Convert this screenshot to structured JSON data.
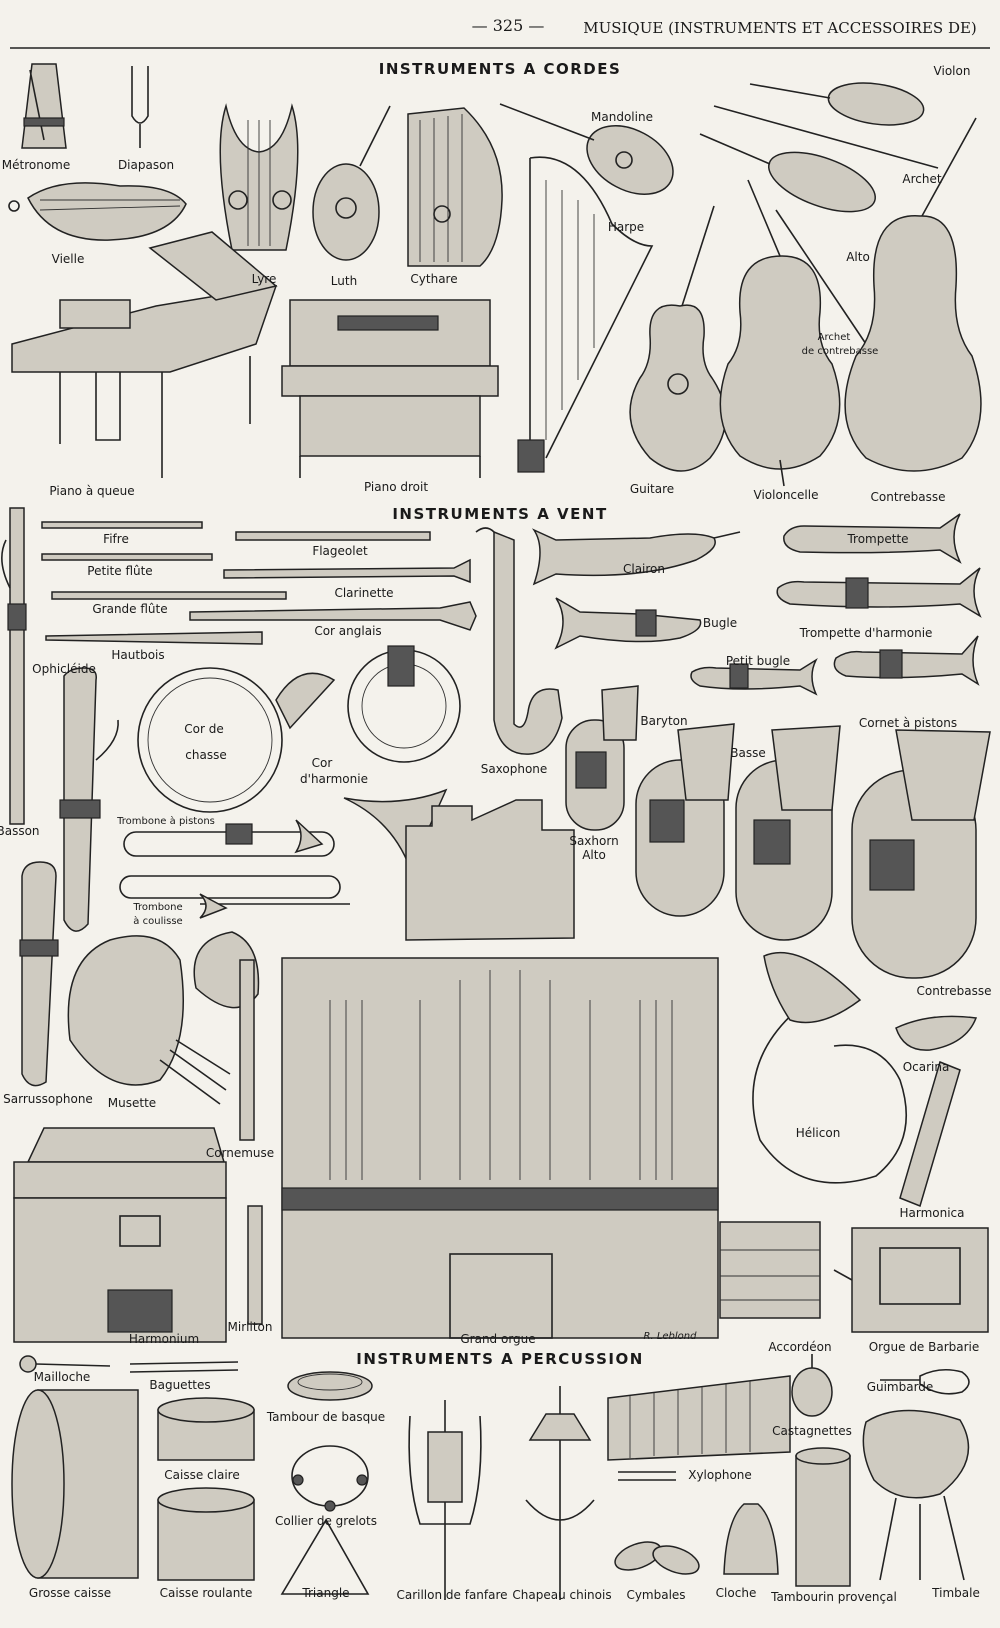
{
  "header": {
    "page_number": "— 325 —",
    "title": "MUSIQUE (INSTRUMENTS ET ACCESSOIRES DE)"
  },
  "sections": {
    "cordes": "INSTRUMENTS A CORDES",
    "vent": "INSTRUMENTS A VENT",
    "percussion": "INSTRUMENTS A PERCUSSION"
  },
  "labels": {
    "metronome": "Métronome",
    "diapason": "Diapason",
    "vielle": "Vielle",
    "lyre": "Lyre",
    "luth": "Luth",
    "cythare": "Cythare",
    "mandoline": "Mandoline",
    "harpe": "Harpe",
    "violon": "Violon",
    "archet": "Archet",
    "alto": "Alto",
    "archet_contrebasse_1": "Archet",
    "archet_contrebasse_2": "de contrebasse",
    "piano_queue": "Piano à queue",
    "piano_droit": "Piano droit",
    "guitare": "Guitare",
    "violoncelle": "Violoncelle",
    "contrebasse": "Contrebasse",
    "fifre": "Fifre",
    "petite_flute": "Petite flûte",
    "grande_flute": "Grande flûte",
    "hautbois": "Hautbois",
    "flageolet": "Flageolet",
    "clarinette": "Clarinette",
    "cor_anglais": "Cor anglais",
    "saxophone": "Saxophone",
    "clairon": "Clairon",
    "trompette": "Trompette",
    "bugle": "Bugle",
    "trompette_harmonie": "Trompette d'harmonie",
    "petit_bugle": "Petit bugle",
    "cornet_pistons": "Cornet à pistons",
    "ophicleide": "Ophicléide",
    "cor_chasse_1": "Cor de",
    "cor_chasse_2": "chasse",
    "cor_harmonie_1": "Cor",
    "cor_harmonie_2": "d'harmonie",
    "baryton": "Baryton",
    "basse": "Basse",
    "saxhorn_1": "Saxhorn",
    "saxhorn_2": "Alto",
    "basson": "Basson",
    "trombone_pistons": "Trombone à pistons",
    "trombone_coulisse_1": "Trombone",
    "trombone_coulisse_2": "à coulisse",
    "contrebasse_vent": "Contrebasse",
    "sarrussophone": "Sarrussophone",
    "musette": "Musette",
    "cornemuse": "Cornemuse",
    "ocarina": "Ocarina",
    "helicon": "Hélicon",
    "harmonica": "Harmonica",
    "harmonium": "Harmonium",
    "mirliton": "Mirliton",
    "grand_orgue": "Grand orgue",
    "accordeon": "Accordéon",
    "orgue_barbarie": "Orgue de Barbarie",
    "mailloche": "Mailloche",
    "baguettes": "Baguettes",
    "tambour_basque": "Tambour de basque",
    "guimbarde": "Guimbarde",
    "castagnettes": "Castagnettes",
    "caisse_claire": "Caisse claire",
    "collier_grelots": "Collier de grelots",
    "xylophone": "Xylophone",
    "grosse_caisse": "Grosse caisse",
    "caisse_roulante": "Caisse roulante",
    "triangle": "Triangle",
    "carillon_fanfare": "Carillon de fanfare",
    "chapeau_chinois": "Chapeau chinois",
    "cymbales": "Cymbales",
    "cloche": "Cloche",
    "tambourin_provencal": "Tambourin provençal",
    "timbale": "Timbale"
  },
  "signature": "R. Leblond",
  "colors": {
    "paper": "#f4f2ec",
    "ink": "#1e1e1e",
    "shade": "#cfcbc1"
  }
}
